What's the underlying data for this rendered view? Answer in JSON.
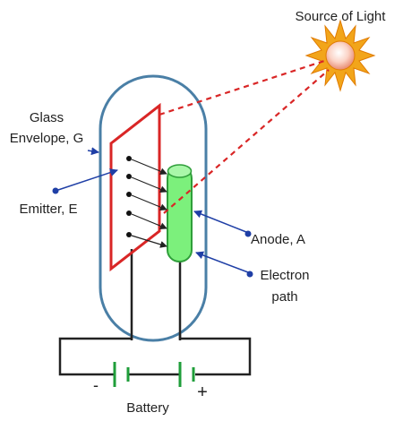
{
  "labels": {
    "source": "Source of Light",
    "glass_line1": "Glass",
    "glass_line2": "Envelope, G",
    "emitter": "Emitter, E",
    "anode": "Anode, A",
    "electron_line1": "Electron",
    "electron_line2": "path",
    "battery": "Battery",
    "minus": "-",
    "plus": "+"
  },
  "colors": {
    "envelope": "#4a7fa6",
    "emitter": "#d92626",
    "anode_fill": "#7cf07c",
    "anode_stroke": "#2f9e3a",
    "light_ray": "#d92626",
    "pointer": "#1f3fa6",
    "wire": "#222222",
    "battery_plate": "#1f9e3a",
    "sun_rays": "#f2a51a",
    "sun_core": "#fbe1d8"
  },
  "icons": {
    "light": "sun-icon",
    "battery": "battery-icon"
  }
}
